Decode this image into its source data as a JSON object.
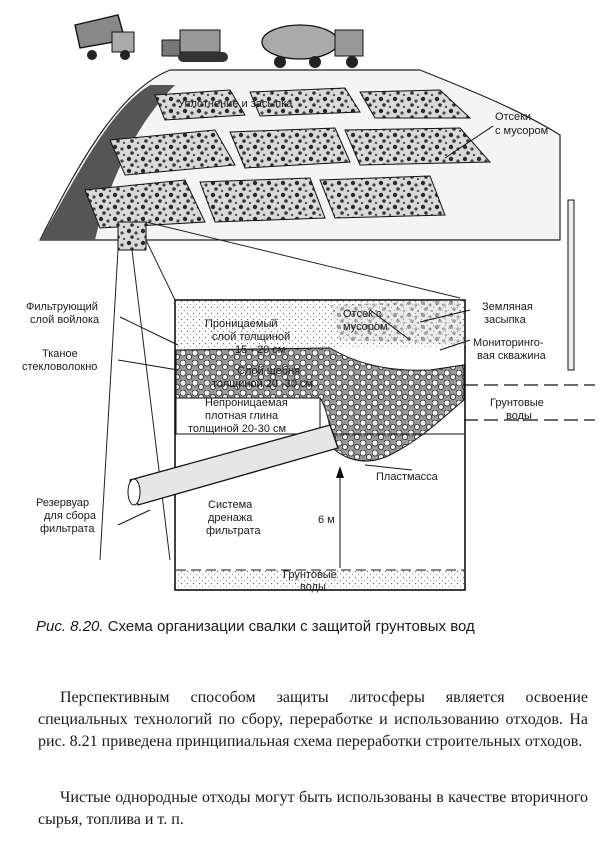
{
  "figure": {
    "labels": {
      "compaction": "Уплотнение и засыпка",
      "cells_1": "Отсеки",
      "cells_2": "с мусором",
      "filter_felt_1": "Фильтрующий",
      "filter_felt_2": "слой войлока",
      "fiberglass_1": "Тканое",
      "fiberglass_2": "стекловолокно",
      "reservoir_1": "Резервуар",
      "reservoir_2": "для сбора",
      "reservoir_3": "фильтрата",
      "permeable_1": "Проницаемый",
      "permeable_2": "слой толщиной",
      "permeable_3": "15 - 20 см",
      "cell_1": "Отсек с",
      "cell_2": "мусором",
      "gravel_1": "Слой щебня",
      "gravel_2": "толщиной 20 -30 см",
      "clay_1": "Непроницаемая",
      "clay_2": "плотная глина",
      "clay_3": "толщиной 20-30 см",
      "drainage_1": "Система",
      "drainage_2": "дренажа",
      "drainage_3": "фильтрата",
      "depth": "6 м",
      "plastic": "Пластмасса",
      "groundwater_bottom_1": "Грунтовые",
      "groundwater_bottom_2": "воды",
      "earth_fill_1": "Земляная",
      "earth_fill_2": "засыпка",
      "monitoring_1": "Мониторинго-",
      "monitoring_2": "вая скважина",
      "groundwater_right_1": "Грунтовые",
      "groundwater_right_2": "воды"
    }
  },
  "caption": {
    "number": "Рис. 8.20.",
    "text": "Схема организации свалки с защитой грунтовых вод"
  },
  "body": {
    "paragraph1": "Перспективным способом защиты литосферы является освоение специальных технологий по сбору, переработке и использованию отходов. На рис. 8.21 приведена принципиальная схема переработки строительных отходов.",
    "paragraph2": "Чистые однородные отходы могут быть использованы в качестве вторичного сырья, топлива и т. п."
  }
}
